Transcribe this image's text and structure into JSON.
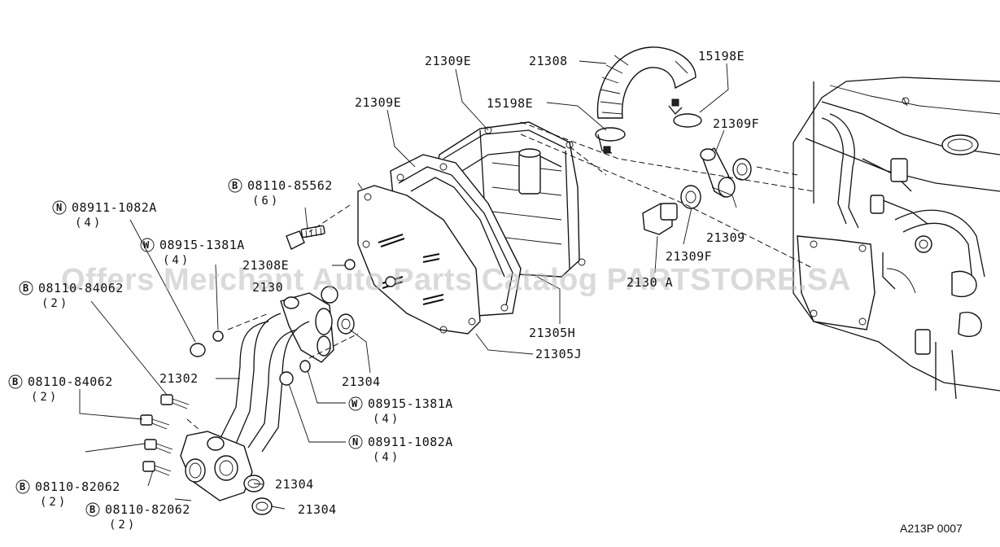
{
  "watermark": "Offers Merchant Auto Parts Catalog PARTSTORE.SA",
  "diagram_code": "A213P 0007",
  "symbols": {
    "B": "B",
    "N": "N",
    "W": "W"
  },
  "labels": {
    "p21309E_top": "21309E",
    "p21308": "21308",
    "p15198E_top": "15198E",
    "p21309E_left": "21309E",
    "p15198E_mid": "15198E",
    "p21309F_top": "21309F",
    "bolt_85562": "08110-85562",
    "bolt_85562_qty": "(6)",
    "nut_1082A_top": "08911-1082A",
    "nut_1082A_top_qty": "(4)",
    "washer_1381A_top": "08915-1381A",
    "washer_1381A_top_qty": "(4)",
    "p21308E": "21308E",
    "p2130x_hidden": "2130",
    "bolt_84062_top": "08110-84062",
    "bolt_84062_top_qty": "(2)",
    "p21309": "21309",
    "p21309F_mid": "21309F",
    "p2130xA": "2130 A",
    "p21305H": "21305H",
    "p21305J": "21305J",
    "p21302": "21302",
    "p21304_mid": "21304",
    "bolt_84062_mid": "08110-84062",
    "bolt_84062_mid_qty": "(2)",
    "washer_1381A_bot": "08915-1381A",
    "washer_1381A_bot_qty": "(4)",
    "nut_1082A_bot": "08911-1082A",
    "nut_1082A_bot_qty": "(4)",
    "p21304_low": "21304",
    "bolt_82062_a": "08110-82062",
    "bolt_82062_a_qty": "(2)",
    "p21304_bot": "21304",
    "bolt_82062_b": "08110-82062",
    "bolt_82062_b_qty": "(2)"
  }
}
